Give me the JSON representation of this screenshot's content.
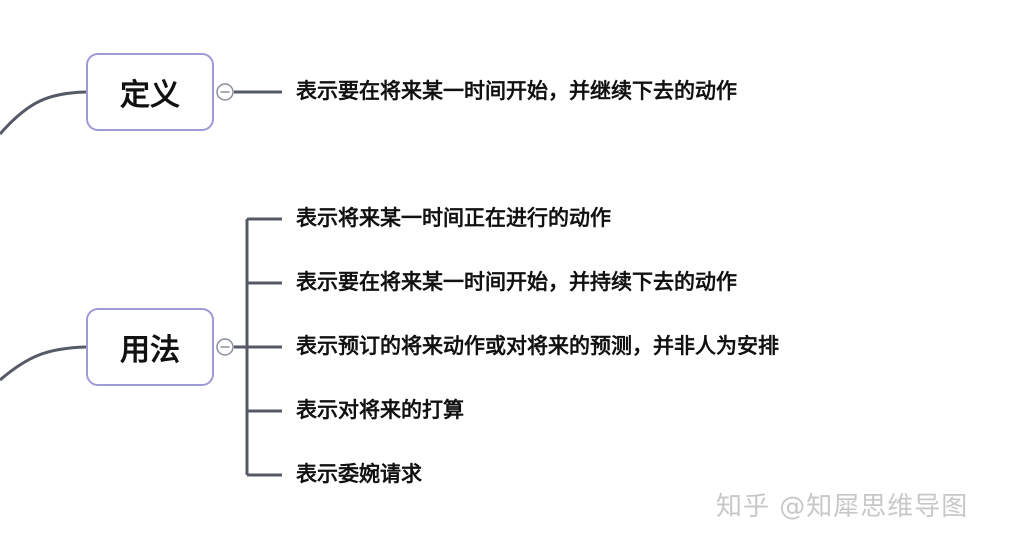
{
  "topics": {
    "definition": {
      "title": "定义",
      "items": [
        "表示要在将来某一时间开始，并继续下去的动作"
      ]
    },
    "usage": {
      "title": "用法",
      "items": [
        "表示将来某一时间正在进行的动作",
        "表示要在将来某一时间开始，并持续下去的动作",
        "表示预订的将来动作或对将来的预测，并非人为安排",
        "表示对将来的打算",
        "表示委婉请求"
      ]
    }
  },
  "watermark": "知乎 @知犀思维导图",
  "colors": {
    "line": "#555a66",
    "topic_border": "#9d9ad6"
  }
}
